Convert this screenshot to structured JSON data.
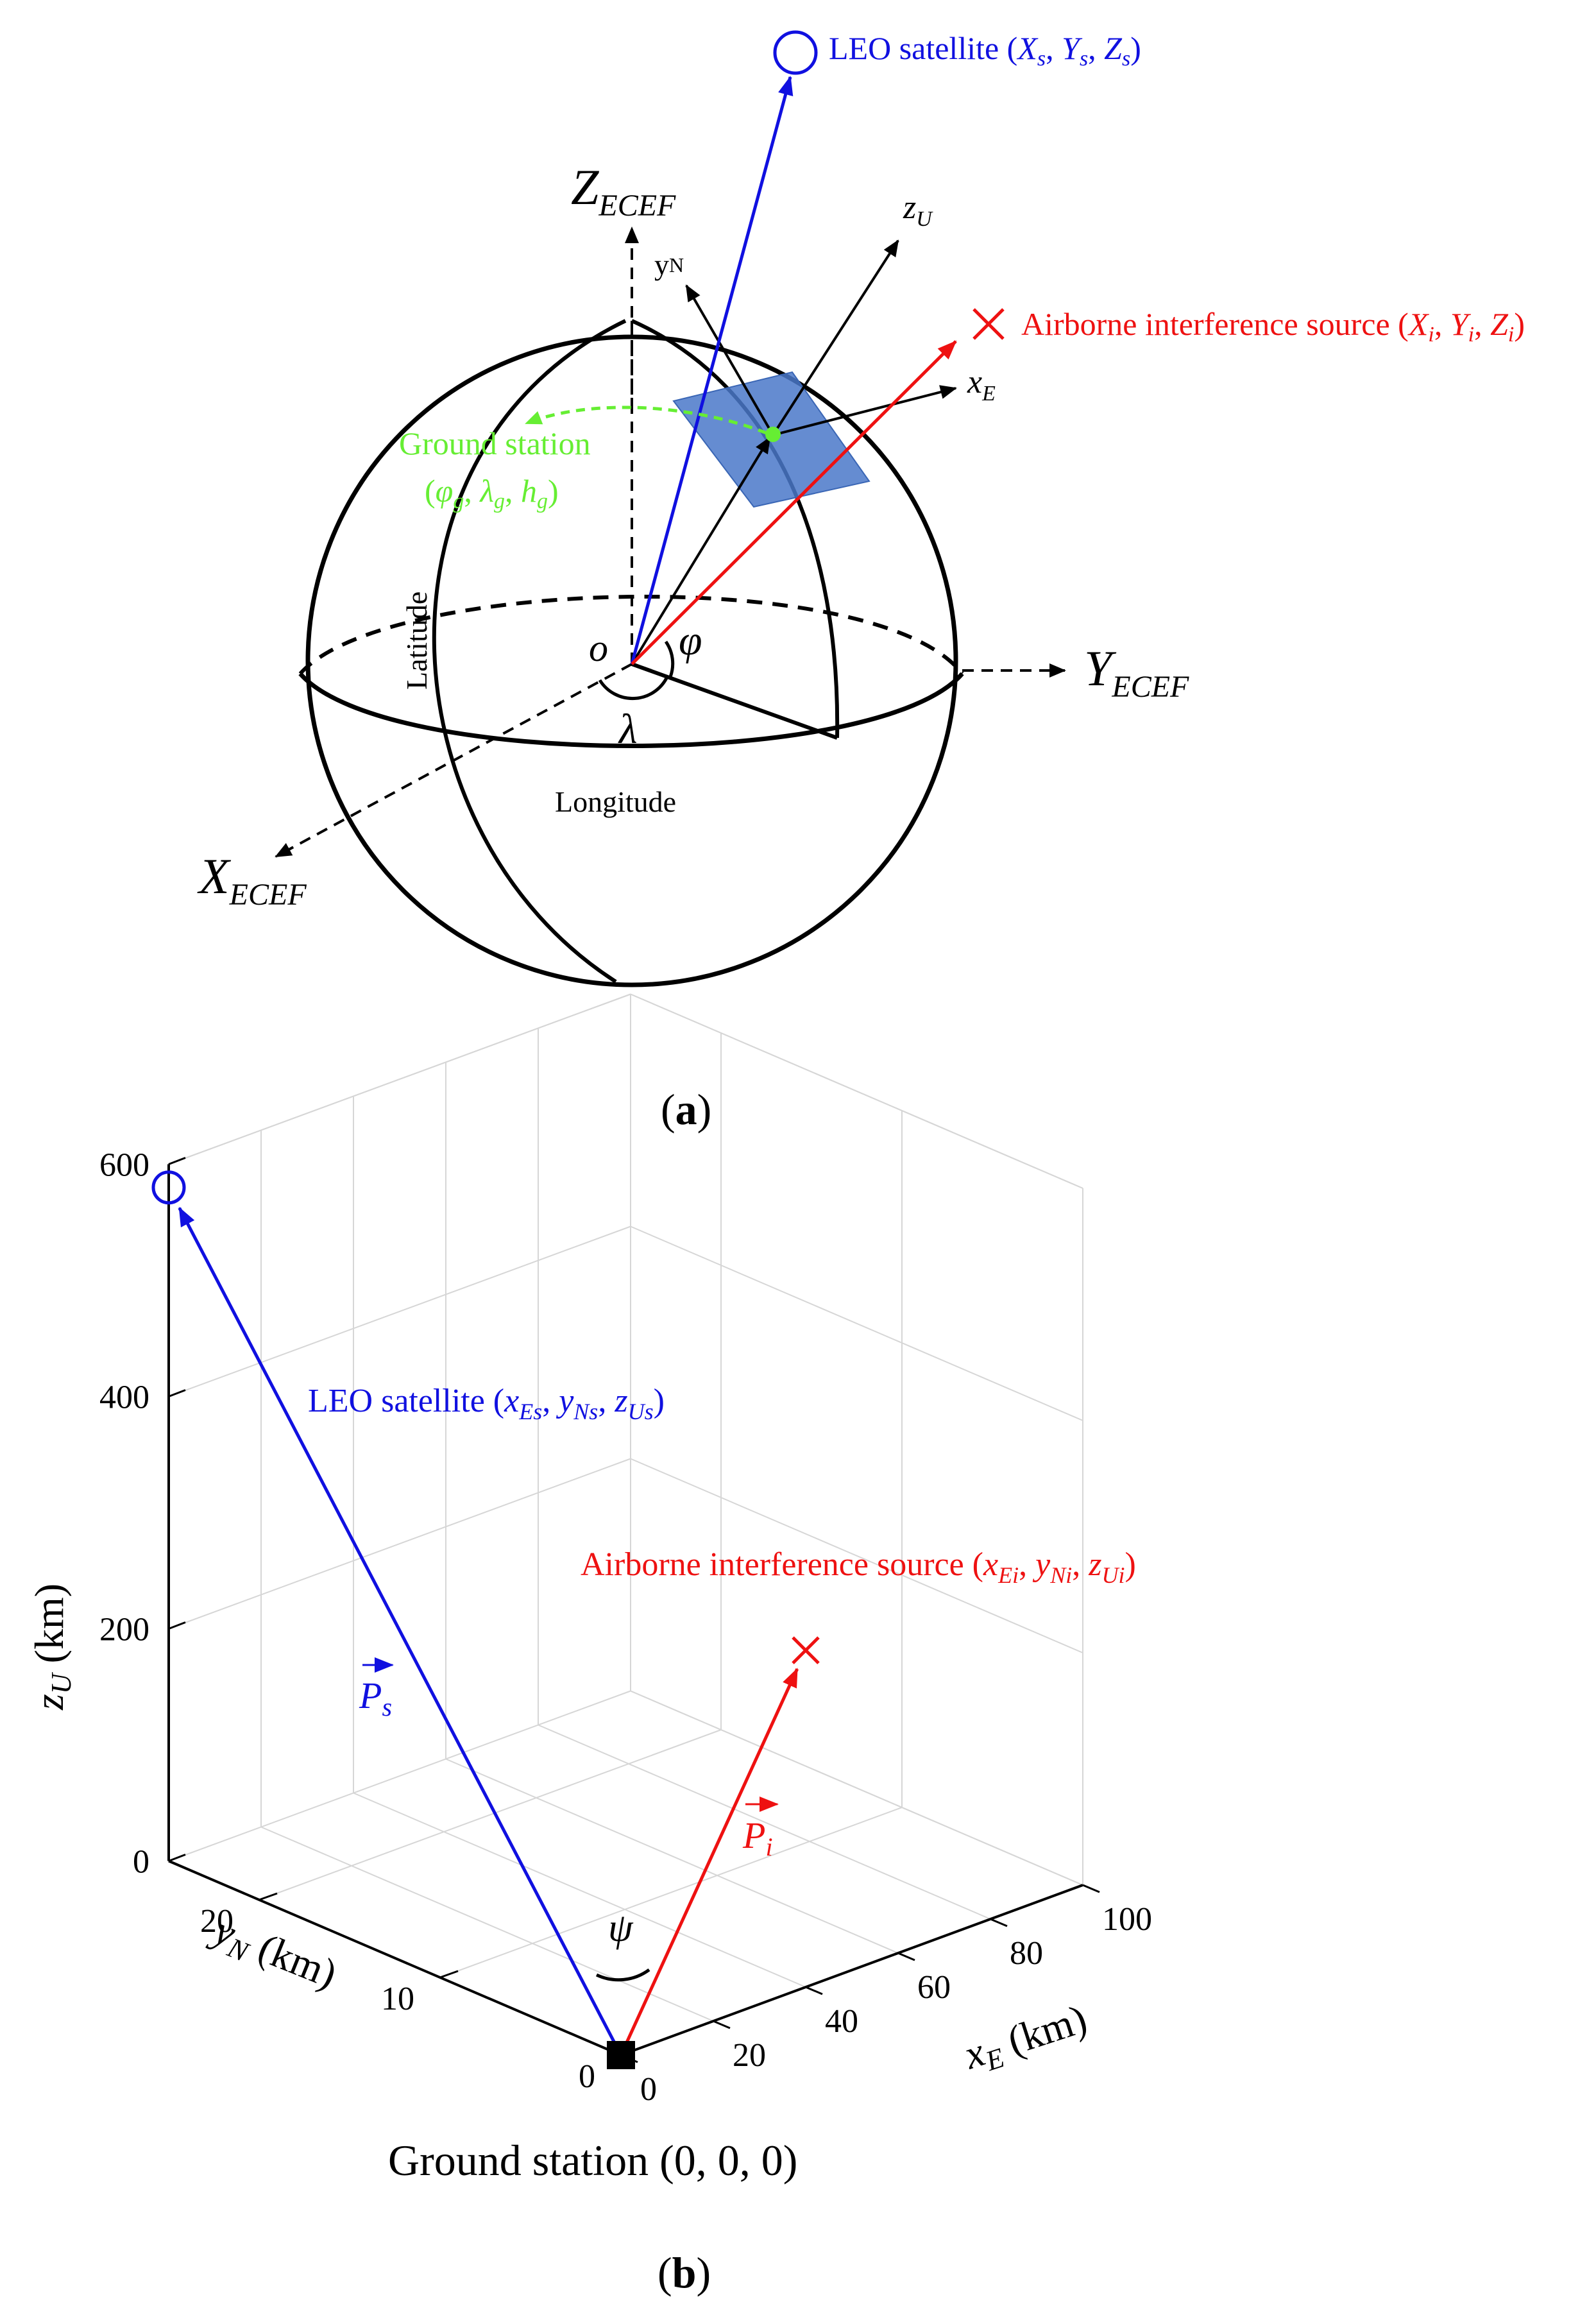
{
  "panel_a": {
    "satellite_label": "LEO satellite (",
    "satellite_coord_x": "X",
    "satellite_coord_x_sub": "s",
    "satellite_coord_y": "Y",
    "satellite_coord_y_sub": "s",
    "satellite_coord_z": "Z",
    "satellite_coord_z_sub": "s",
    "interference_label": "Airborne interference source (",
    "interference_coord_x": "X",
    "interference_coord_x_sub": "i",
    "interference_coord_y": "Y",
    "interference_coord_y_sub": "i",
    "interference_coord_z": "Z",
    "interference_coord_z_sub": "i",
    "ground_station_label": "Ground station",
    "ground_station_phi": "φ",
    "ground_station_phi_sub": "g",
    "ground_station_lambda": "λ",
    "ground_station_lambda_sub": "g",
    "ground_station_h": "h",
    "ground_station_h_sub": "g",
    "z_axis": "Z",
    "z_axis_sub": "ECEF",
    "y_axis": "Y",
    "y_axis_sub": "ECEF",
    "x_axis": "X",
    "x_axis_sub": "ECEF",
    "z_u": "z",
    "z_u_sub": "U",
    "y_n": "y",
    "y_n_sub": "N",
    "x_e": "x",
    "x_e_sub": "E",
    "origin": "o",
    "phi_angle": "φ",
    "lambda_angle": "λ",
    "latitude": "Latitude",
    "longitude": "Longitude",
    "caption": "a"
  },
  "panel_b": {
    "satellite_label": "LEO satellite (",
    "satellite_x": "x",
    "satellite_x_sub": "Es",
    "satellite_y": "y",
    "satellite_y_sub": "Ns",
    "satellite_z": "z",
    "satellite_z_sub": "Us",
    "interference_label": "Airborne interference source (",
    "interference_x": "x",
    "interference_x_sub": "Ei",
    "interference_y": "y",
    "interference_y_sub": "Ni",
    "interference_z": "z",
    "interference_z_sub": "Ui",
    "ground_station": "Ground station (0, 0, 0)",
    "vector_s": "P",
    "vector_s_sub": "s",
    "vector_i": "P",
    "vector_i_sub": "i",
    "psi": "ψ",
    "z_axis_label": "z",
    "z_axis_sub": "U",
    "z_axis_unit": " (km)",
    "y_axis_label": "y",
    "y_axis_sub": "N",
    "y_axis_unit": " (km)",
    "x_axis_label": "x",
    "x_axis_sub": "E",
    "x_axis_unit": " (km)",
    "caption": "b",
    "z_ticks": [
      "0",
      "200",
      "400",
      "600"
    ],
    "y_ticks": [
      "0",
      "10",
      "20"
    ],
    "x_ticks": [
      "0",
      "20",
      "40",
      "60",
      "80",
      "100"
    ]
  },
  "colors": {
    "satellite": "#1010e0",
    "interference": "#ee1111",
    "ground_station": "#66ee33",
    "plane": "#4a78c9",
    "grid": "#d6d6d6"
  },
  "chart_data": {
    "type": "scatter",
    "xlabel": "xE (km)",
    "ylabel": "yN (km)",
    "zlabel": "zU (km)",
    "xlim": [
      0,
      100
    ],
    "ylim": [
      0,
      25
    ],
    "zlim": [
      0,
      600
    ],
    "points": [
      {
        "name": "LEO satellite",
        "x": 0,
        "y": 25,
        "z": 580
      },
      {
        "name": "Airborne interference source",
        "x": 40,
        "y": 0,
        "z": 290
      },
      {
        "name": "Ground station",
        "x": 0,
        "y": 0,
        "z": 0
      }
    ]
  }
}
